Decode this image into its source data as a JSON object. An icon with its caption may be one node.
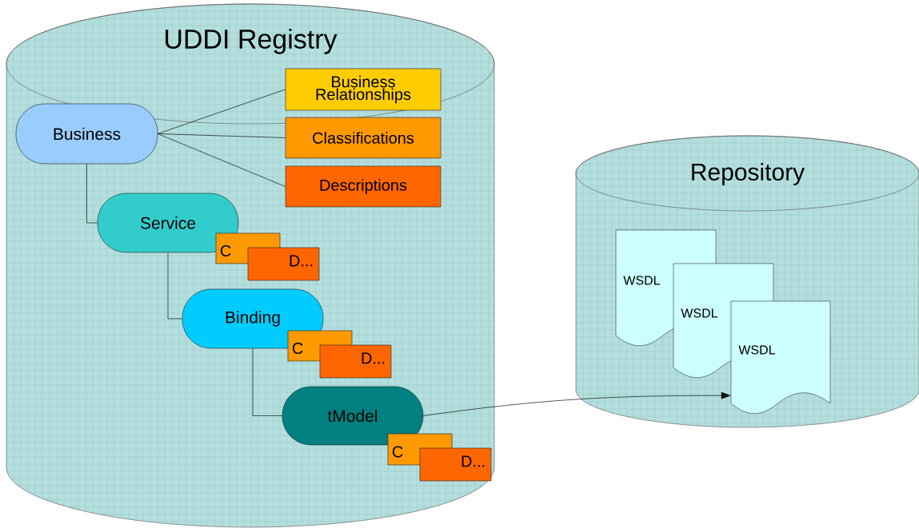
{
  "diagram": {
    "nodes": [
      {
        "text": [
          "UDDI Registry"
        ]
      },
      {
        "text": [
          "Business"
        ],
        "in": 0
      },
      {
        "text": [
          "Business Relationships"
        ],
        "in": 0
      },
      {
        "text": [
          "Classifications"
        ],
        "in": 0
      },
      {
        "text": [
          "Descriptions"
        ],
        "in": 0
      },
      {
        "text": [
          "Service"
        ],
        "in": 0
      },
      {
        "text": [
          "C"
        ],
        "in": 0
      },
      {
        "text": [
          "D..."
        ],
        "in": 0
      },
      {
        "text": [
          "Binding"
        ],
        "in": 0
      },
      {
        "text": [
          "C"
        ],
        "in": 0
      },
      {
        "text": [
          "D..."
        ],
        "in": 0
      },
      {
        "text": [
          "tModel"
        ],
        "in": 0
      },
      {
        "text": [
          "C"
        ],
        "in": 0
      },
      {
        "text": [
          "D..."
        ],
        "in": 0
      },
      {
        "text": [
          "Repository"
        ]
      },
      {
        "text": [
          "WSDL"
        ],
        "in": 14
      },
      {
        "text": [
          "WSDL"
        ],
        "in": 14
      },
      {
        "text": [
          "WSDL"
        ],
        "in": 14
      }
    ],
    "edges": [
      {
        "from": 1,
        "to": 2,
        "arrow": "none"
      },
      {
        "from": 1,
        "to": 3,
        "arrow": "none"
      },
      {
        "from": 1,
        "to": 4,
        "arrow": "none"
      },
      {
        "from": 1,
        "to": 5,
        "arrow": "none"
      },
      {
        "from": 5,
        "to": 8,
        "arrow": "none"
      },
      {
        "from": 8,
        "to": 11,
        "arrow": "none"
      },
      {
        "from": 11,
        "to": 17,
        "arrow": "to"
      }
    ]
  }
}
